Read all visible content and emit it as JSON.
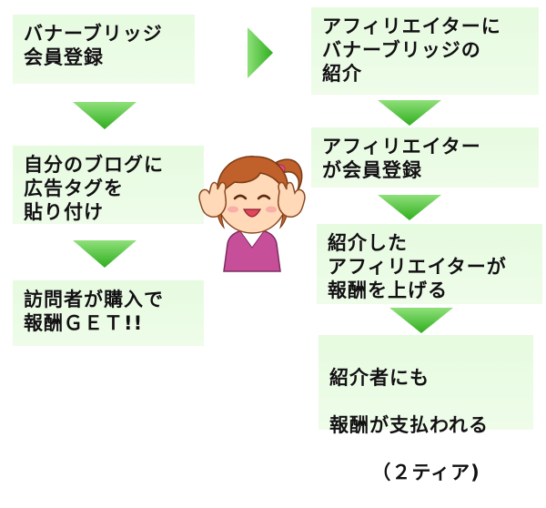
{
  "colors": {
    "box_fill": "#e6fbe0",
    "arrow_fill": "#3fbf2a",
    "text": "#111111"
  },
  "left_flow": [
    {
      "text": "バナーブリッジ\n会員登録"
    },
    {
      "text": "自分のブログに\n広告タグを\n貼り付け"
    },
    {
      "text": "訪問者が購入で\n報酬ＧＥＴ!!"
    }
  ],
  "right_flow": [
    {
      "text": "アフィリエイターに\nバナーブリッジの\n紹介"
    },
    {
      "text": "アフィリエイター\nが会員登録"
    },
    {
      "text": "紹介した\nアフィリエイターが\n報酬を上げる"
    },
    {
      "line1": "紹介者にも",
      "line2": "報酬が支払われる",
      "line3": "（２ティア)"
    }
  ],
  "icons": [
    "arrow-down-icon",
    "arrow-right-icon",
    "girl-mascot-icon"
  ]
}
